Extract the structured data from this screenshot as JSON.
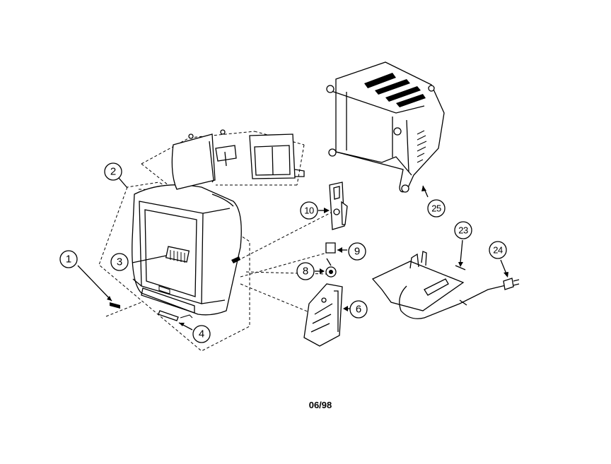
{
  "callouts": [
    {
      "id": "1",
      "label": "1"
    },
    {
      "id": "2",
      "label": "2"
    },
    {
      "id": "3",
      "label": "3"
    },
    {
      "id": "4",
      "label": "4"
    },
    {
      "id": "6",
      "label": "6"
    },
    {
      "id": "8",
      "label": "8"
    },
    {
      "id": "9",
      "label": "9"
    },
    {
      "id": "10",
      "label": "10"
    },
    {
      "id": "23",
      "label": "23"
    },
    {
      "id": "24",
      "label": "24"
    },
    {
      "id": "25",
      "label": "25"
    }
  ],
  "date_code": "06/98"
}
